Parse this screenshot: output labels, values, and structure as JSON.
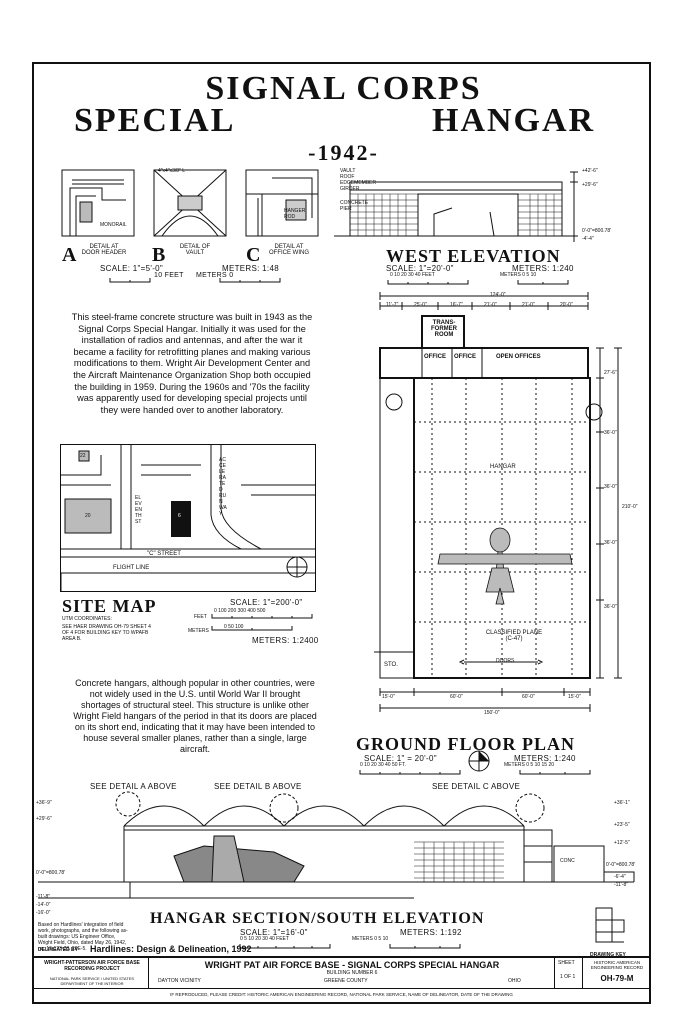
{
  "title": {
    "line1": "SIGNAL CORPS",
    "line2a": "SPECIAL",
    "line2b": "HANGAR",
    "year": "-1942-"
  },
  "details": [
    {
      "letter": "A",
      "caption": "DETAIL AT DOOR HEADER",
      "note": "MONORAIL"
    },
    {
      "letter": "B",
      "caption": "DETAIL OF VAULT",
      "note": "4\"x4\"x3/8\" L"
    },
    {
      "letter": "C",
      "caption": "DETAIL AT OFFICE WING",
      "note": "HANGER ROD"
    }
  ],
  "detail_scale": {
    "scale": "SCALE: 1\"=5'-0\"",
    "feet": "10 FEET",
    "meters_label": "METERS 0",
    "meters": "METERS: 1:48"
  },
  "west_elevation": {
    "title": "WEST ELEVATION",
    "scale": "SCALE: 1\"=20'-0\"",
    "scale_ticks": "0  10  20  30  40 FEET",
    "meters": "METERS: 1:240",
    "meters_ticks": "METERS 0   5   10",
    "labels": [
      "VAULT",
      "ROOF",
      "EDGEMEMBER",
      "GIRDER",
      "CONCRETE PIER"
    ],
    "heights": [
      "+42'-6\"",
      "+29'-6\"",
      "0'-0\"=800.78'",
      "-4'-4\""
    ]
  },
  "description": "This steel-frame concrete structure was built in 1943 as the Signal Corps Special Hangar. Initially it was used for the installation of radios and antennas, and after the war it became a facility for retrofitting planes and making various modifications to them. Wright Air Development Center and the Aircraft Maintenance Organization Shop both occupied the building in 1959. During the 1960s and '70s the facility was apparently used for developing special projects until they were handed over to another laboratory.",
  "site_map": {
    "title": "SITE MAP",
    "streets": [
      "ACCELERATED RUNWAY",
      "ELEVENTH ST",
      "\"C\" STREET",
      "FLIGHT LINE"
    ],
    "building_no": "6",
    "other_bldgs": [
      "22",
      "20"
    ],
    "utm": "UTM COORDINATES:",
    "note": "SEE HAER DRAWING OH-79 SHEET 4 OF 4 FOR BUILDING KEY TO WPAFB AREA B.",
    "scale": "SCALE: 1\"=200'-0\"",
    "feet_ticks": "0  100  200  300  400  500",
    "feet": "FEET",
    "meters_ticks": "0   50   100",
    "meters_lbl": "METERS",
    "meters": "METERS: 1:2400"
  },
  "note2": "Concrete hangars, although popular in other countries, were not widely used in the U.S. until World War II brought shortages of structural steel. This structure is unlike other Wright Field hangars of the period in that its doors are placed on its short end, indicating that it may have been intended to house several smaller planes, rather than a single, large aircraft.",
  "floor_plan": {
    "title": "GROUND FLOOR PLAN",
    "scale": "SCALE: 1\" = 20'-0\"",
    "scale_ticks": "0  10  20  30  40  50 FT.",
    "meters": "METERS: 1:240",
    "meters_ticks": "METERS 0   5   10   15   20",
    "rooms": [
      "TRANS- FORMER ROOM",
      "OFFICE",
      "OFFICE",
      "OPEN OFFICES",
      "HANGAR",
      "CLASSIFIED PLANE (C-47)",
      "STO.",
      "DOORS"
    ],
    "dims_top": [
      "124'-0\"",
      "11'-7\"",
      "25'-0\"",
      "16'-7\"",
      "21'-0\"",
      "21'-0\"",
      "20'-0\""
    ],
    "dims_bottom": [
      "15'-0\"",
      "60'-0\"",
      "60'-0\"",
      "15'-0\"",
      "150'-0\""
    ],
    "dims_side": [
      "27'-6\"",
      "36'-0\"",
      "36'-0\"",
      "36'-0\"",
      "36'-0\"",
      "210'-0\""
    ]
  },
  "section": {
    "title": "HANGAR SECTION/SOUTH ELEVATION",
    "callouts": [
      "SEE DETAIL A ABOVE",
      "SEE DETAIL B ABOVE",
      "SEE DETAIL C ABOVE"
    ],
    "heights_left": [
      "+36'-9\"",
      "+29'-6\"",
      "0'-0\"=800.78'",
      "-11'-8\"",
      "-14'-0\"",
      "-16'-0\""
    ],
    "heights_right": [
      "+36'-1\"",
      "+23'-5\"",
      "+12'-5\"",
      "0'-0\"=800.78'",
      "-6'-4\"",
      "-11'-8\""
    ],
    "conc": "CONC",
    "scale": "SCALE: 1\"=16'-0\"",
    "scale_ticks": "0  5  10  20  30  40 FEET",
    "meters": "METERS: 1:192",
    "meters_ticks": "METERS 0   5   10"
  },
  "source_note": "Based on Hardlines' integration of field work, photographs, and the following as-built drawings: US Engineer Office, Wright Field, Ohio, dated May 26, 1942, no. 19-123-28, 28E-5.",
  "drawing_key": "DRAWING KEY",
  "delineated": {
    "label": "DELINEATED BY",
    "value": "Hardlines: Design & Delineation, 1992"
  },
  "title_block": {
    "left": "WRIGHT-PATTERSON AIR FORCE BASE RECORDING PROJECT",
    "left2": "NATIONAL PARK SERVICE / UNITED STATES DEPARTMENT OF THE INTERIOR",
    "main": "WRIGHT PAT AIR FORCE BASE - SIGNAL CORPS SPECIAL HANGAR",
    "sub": "BUILDING NUMBER 6",
    "vicinity": "DAYTON VICINITY",
    "county": "GREENE COUNTY",
    "state": "OHIO",
    "sheet_label": "SHEET",
    "sheet": "1 OF 1",
    "record": "HISTORIC AMERICAN ENGINEERING RECORD",
    "number": "OH-79-M",
    "footer": "IF REPRODUCED, PLEASE CREDIT: HISTORIC AMERICAN ENGINEERING RECORD, NATIONAL PARK SERVICE, NAME OF DELINEATOR, DATE OF THE DRAWING"
  }
}
